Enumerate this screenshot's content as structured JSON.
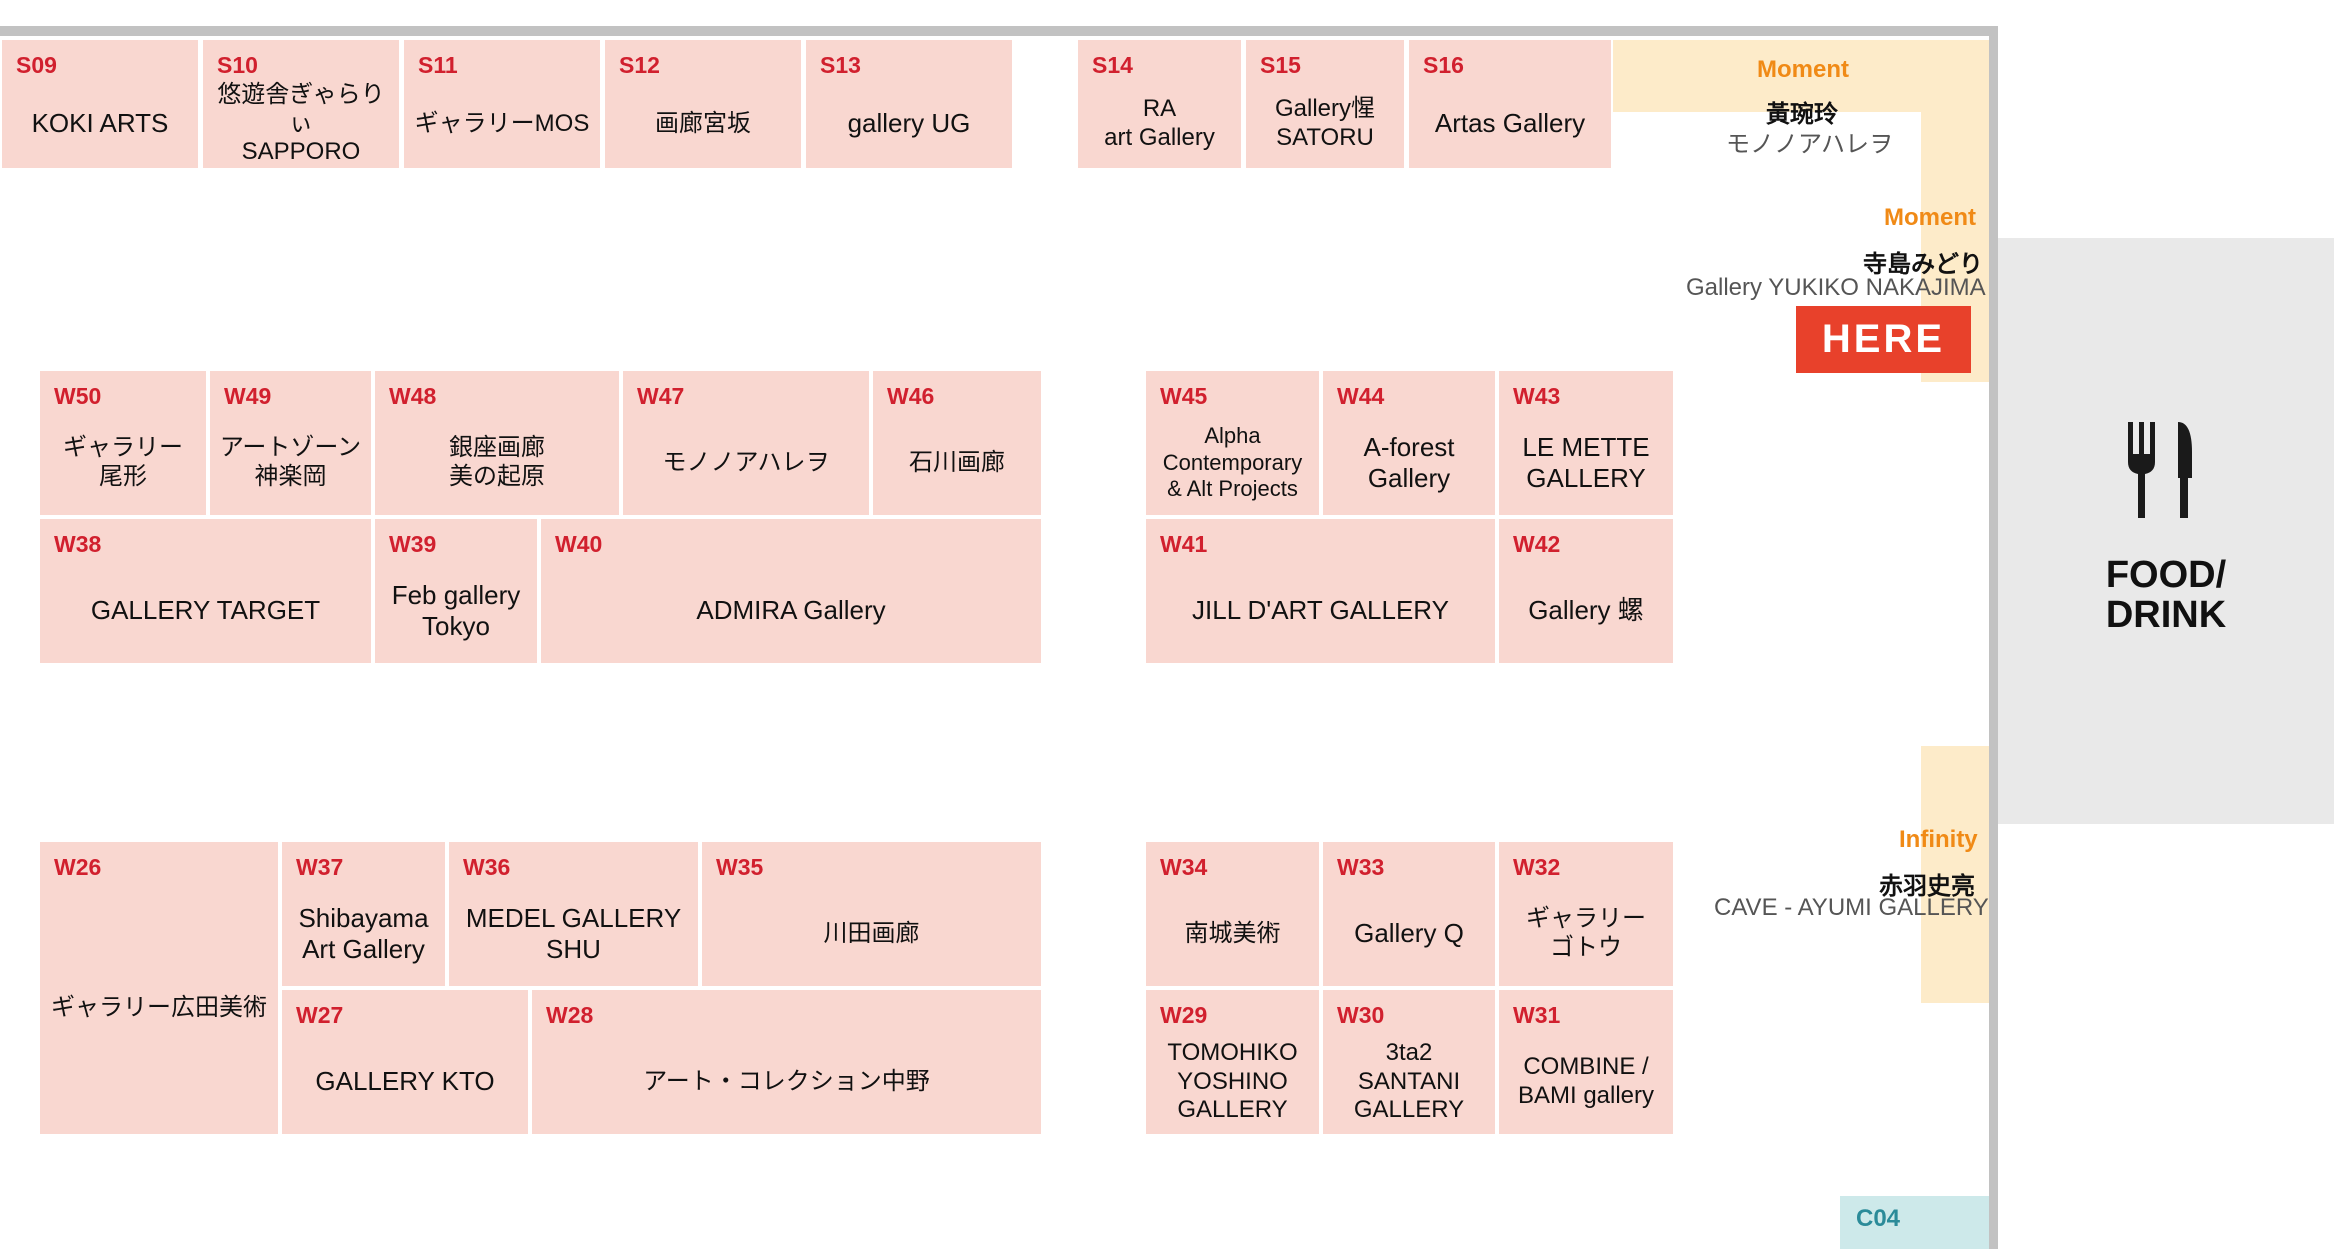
{
  "booths": {
    "s09": {
      "code": "S09",
      "name": "KOKI ARTS"
    },
    "s10": {
      "code": "S10",
      "name": "悠遊舎ぎゃらりぃ\nSAPPORO"
    },
    "s11": {
      "code": "S11",
      "name": "ギャラリーMOS"
    },
    "s12": {
      "code": "S12",
      "name": "画廊宮坂"
    },
    "s13": {
      "code": "S13",
      "name": "gallery UG"
    },
    "s14": {
      "code": "S14",
      "name": "RA\nart Gallery"
    },
    "s15": {
      "code": "S15",
      "name": "Gallery惺\nSATORU"
    },
    "s16": {
      "code": "S16",
      "name": "Artas Gallery"
    },
    "w50": {
      "code": "W50",
      "name": "ギャラリー\n尾形"
    },
    "w49": {
      "code": "W49",
      "name": "アートゾーン\n神楽岡"
    },
    "w48": {
      "code": "W48",
      "name": "銀座画廊\n美の起原"
    },
    "w47": {
      "code": "W47",
      "name": "モノノアハレヲ"
    },
    "w46": {
      "code": "W46",
      "name": "石川画廊"
    },
    "w45": {
      "code": "W45",
      "name": "Alpha\nContemporary\n& Alt Projects"
    },
    "w44": {
      "code": "W44",
      "name": "A-forest\nGallery"
    },
    "w43": {
      "code": "W43",
      "name": "LE METTE\nGALLERY"
    },
    "w38": {
      "code": "W38",
      "name": "GALLERY TARGET"
    },
    "w39": {
      "code": "W39",
      "name": "Feb gallery\nTokyo"
    },
    "w40": {
      "code": "W40",
      "name": "ADMIRA Gallery"
    },
    "w41": {
      "code": "W41",
      "name": "JILL D'ART GALLERY"
    },
    "w42": {
      "code": "W42",
      "name": "Gallery 螺"
    },
    "w26": {
      "code": "W26",
      "name": "ギャラリー広田美術"
    },
    "w37": {
      "code": "W37",
      "name": "Shibayama\nArt Gallery"
    },
    "w36": {
      "code": "W36",
      "name": "MEDEL GALLERY\nSHU"
    },
    "w35": {
      "code": "W35",
      "name": "川田画廊"
    },
    "w34": {
      "code": "W34",
      "name": "南城美術"
    },
    "w33": {
      "code": "W33",
      "name": "Gallery Q"
    },
    "w32": {
      "code": "W32",
      "name": "ギャラリー\nゴトウ"
    },
    "w27": {
      "code": "W27",
      "name": "GALLERY KTO"
    },
    "w28": {
      "code": "W28",
      "name": "アート・コレクション中野"
    },
    "w29": {
      "code": "W29",
      "name": "TOMOHIKO\nYOSHINO\nGALLERY"
    },
    "w30": {
      "code": "W30",
      "name": "3ta2\nSANTANI\nGALLERY"
    },
    "w31": {
      "code": "W31",
      "name": "COMBINE /\nBAMI gallery"
    }
  },
  "moment1": {
    "label": "Moment",
    "artist": "黃琬玲",
    "gallery": "モノノアハレヲ"
  },
  "moment2": {
    "label": "Moment",
    "artist": "寺島みどり",
    "gallery": "Gallery YUKIKO NAKAJIMA"
  },
  "infinity": {
    "label": "Infinity",
    "artist": "赤羽史亮",
    "gallery": "CAVE - AYUMI GALLERY"
  },
  "here_label": "HERE",
  "food": {
    "label": "FOOD/\nDRINK",
    "icon": "fork-knife-icon"
  },
  "c04": {
    "code": "C04"
  },
  "colors": {
    "booth": "#f9d7d0",
    "booth_code": "#d1202e",
    "moment": "#f08a16",
    "moment_band": "#fdebc9",
    "here": "#e8412b",
    "food": "#e9e9e9",
    "c04": "#cde9ea"
  }
}
